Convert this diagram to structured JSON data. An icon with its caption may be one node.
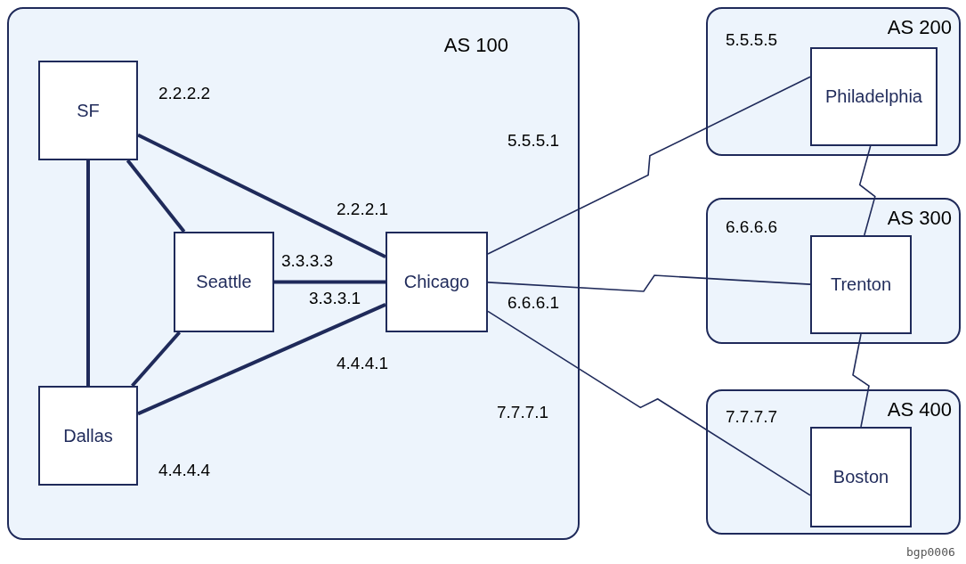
{
  "diagram": {
    "nodes": [
      {
        "text": [
          "AS 100"
        ]
      },
      {
        "text": [
          "SF"
        ],
        "in": 0
      },
      {
        "text": [
          "Seattle"
        ],
        "in": 0
      },
      {
        "text": [
          "Chicago"
        ],
        "in": 0
      },
      {
        "text": [
          "Dallas"
        ],
        "in": 0
      },
      {
        "text": [
          "AS 200"
        ]
      },
      {
        "text": [
          "Philadelphia"
        ],
        "in": 5
      },
      {
        "text": [
          "AS 300"
        ]
      },
      {
        "text": [
          "Trenton"
        ],
        "in": 7
      },
      {
        "text": [
          "AS 400"
        ]
      },
      {
        "text": [
          "Boston"
        ],
        "in": 9
      }
    ],
    "edges": [
      {
        "from": 1,
        "to": 3,
        "arrow": "none"
      },
      {
        "from": 1,
        "to": 2,
        "arrow": "none"
      },
      {
        "from": 1,
        "to": 4,
        "arrow": "none"
      },
      {
        "from": 2,
        "to": 3,
        "arrow": "none"
      },
      {
        "from": 2,
        "to": 4,
        "arrow": "none"
      },
      {
        "from": 4,
        "to": 3,
        "arrow": "none"
      },
      {
        "from": 3,
        "to": 6,
        "arrow": "none"
      },
      {
        "from": 3,
        "to": 8,
        "arrow": "none"
      },
      {
        "from": 3,
        "to": 10,
        "arrow": "none"
      },
      {
        "from": 6,
        "to": 8,
        "arrow": "none"
      },
      {
        "from": 8,
        "to": 10,
        "arrow": "none"
      }
    ],
    "labels": [
      "5.5.5.5",
      "2.2.2.2",
      "5.5.5.1",
      "2.2.2.1",
      "6.6.6.6",
      "3.3.3.3",
      "3.3.3.1",
      "6.6.6.1",
      "4.4.4.1",
      "7.7.7.1",
      "7.7.7.7",
      "4.4.4.4",
      "bgp0006"
    ]
  }
}
